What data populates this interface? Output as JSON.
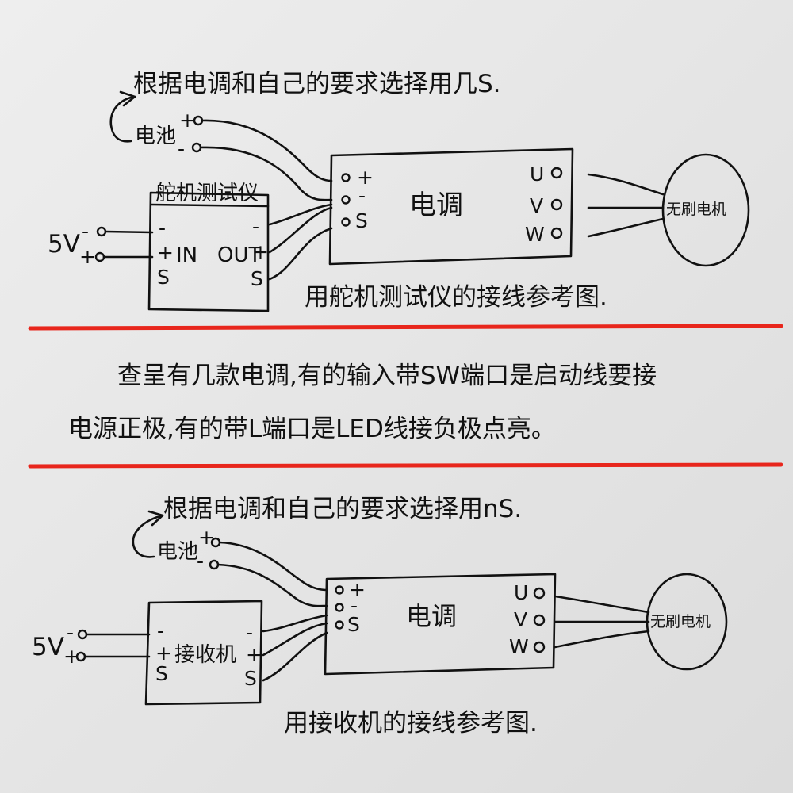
{
  "colors": {
    "ink": "#111111",
    "paper": "#e6e6e6",
    "divider": "#e8261c"
  },
  "diagram1": {
    "note": "根据电调和自己的要求选择用几S.",
    "battery": "电池",
    "plus": "+",
    "minus": "-",
    "tester_title": "舵机测试仪",
    "tester_in": "IN",
    "tester_out": "OUT",
    "esc_label": "电调",
    "pin_u": "U",
    "pin_v": "V",
    "pin_w": "W",
    "pin_s": "S",
    "five_v": "5V",
    "motor": "无刷电机",
    "caption": "用舵机测试仪的接线参考图."
  },
  "middle_note": {
    "line1": "查呈有几款电调,有的输入带SW端口是启动线要接",
    "line2": "电源正极,有的带L端口是LED线接负极点亮。"
  },
  "diagram2": {
    "note": "根据电调和自己的要求选择用nS.",
    "battery": "电池",
    "plus": "+",
    "minus": "-",
    "receiver_label": "接收机",
    "esc_label": "电调",
    "pin_u": "U",
    "pin_v": "V",
    "pin_w": "W",
    "pin_s": "S",
    "five_v": "5V",
    "motor": "无刷电机",
    "caption": "用接收机的接线参考图."
  }
}
